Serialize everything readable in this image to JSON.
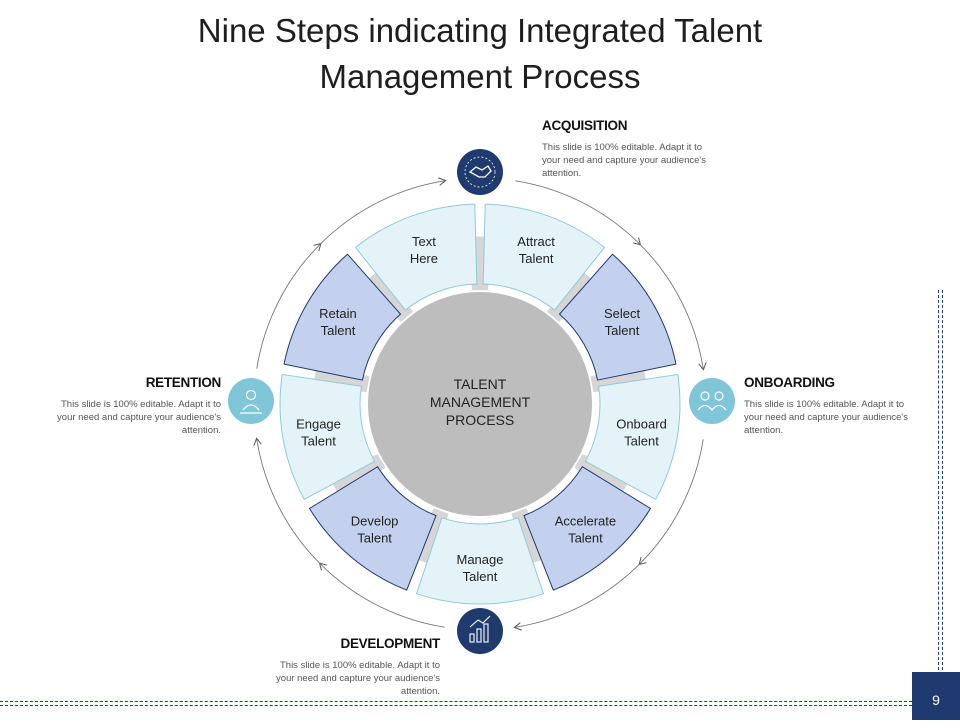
{
  "title": {
    "line1": "Nine Steps indicating Integrated Talent",
    "line2": "Management Process"
  },
  "center": {
    "line1": "TALENT",
    "line2": "MANAGEMENT",
    "line3": "PROCESS"
  },
  "segments": [
    {
      "line1": "Attract",
      "line2": "Talent"
    },
    {
      "line1": "Select",
      "line2": "Talent"
    },
    {
      "line1": "Onboard",
      "line2": "Talent"
    },
    {
      "line1": "Accelerate",
      "line2": "Talent"
    },
    {
      "line1": "Manage",
      "line2": "Talent"
    },
    {
      "line1": "Develop",
      "line2": "Talent"
    },
    {
      "line1": "Engage",
      "line2": "Talent"
    },
    {
      "line1": "Retain",
      "line2": "Talent"
    },
    {
      "line1": "Text",
      "line2": "Here"
    }
  ],
  "stages": {
    "acquisition": {
      "title": "ACQUISITION",
      "description": "This slide is 100% editable. Adapt it to your need and capture your audience's attention.",
      "icon": "handshake-icon"
    },
    "onboarding": {
      "title": "ONBOARDING",
      "description": "This slide is 100% editable. Adapt it to your need and capture your audience's attention.",
      "icon": "team-icon"
    },
    "development": {
      "title": "DEVELOPMENT",
      "description": "This slide is 100% editable. Adapt it to your need and capture your audience's attention.",
      "icon": "growth-chart-icon"
    },
    "retention": {
      "title": "RETENTION",
      "description": "This slide is 100% editable. Adapt it to your need and capture your audience's attention.",
      "icon": "hand-person-icon"
    }
  },
  "page_number": "9",
  "colors": {
    "light_segment": "#e3f3f7",
    "light_segment_stroke": "#8fcbd9",
    "blue_segment": "#c3d1ee",
    "blue_segment_stroke": "#1f3a6e",
    "connector": "#d6d6d6",
    "center": "#bdbdbd",
    "dark_icon": "#1f3a6e",
    "light_icon": "#7fc6d8"
  }
}
